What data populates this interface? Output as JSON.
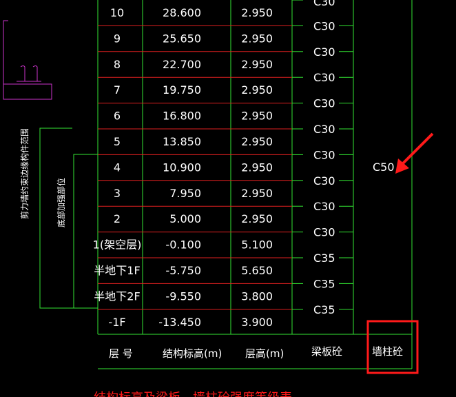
{
  "colors": {
    "background": "#000000",
    "text": "#ffffff",
    "grid_green": "#33e633",
    "row_red": "#e02020",
    "magenta": "#cc33cc",
    "highlight_red": "#ff1a1a"
  },
  "rows": [
    {
      "floor": "10",
      "elevation": "28.600",
      "height": "2.950",
      "beam_slab": "C30"
    },
    {
      "floor": "9",
      "elevation": "25.650",
      "height": "2.950",
      "beam_slab": "C30"
    },
    {
      "floor": "8",
      "elevation": "22.700",
      "height": "2.950",
      "beam_slab": "C30"
    },
    {
      "floor": "7",
      "elevation": "19.750",
      "height": "2.950",
      "beam_slab": "C30"
    },
    {
      "floor": "6",
      "elevation": "16.800",
      "height": "2.950",
      "beam_slab": "C30"
    },
    {
      "floor": "5",
      "elevation": "13.850",
      "height": "2.950",
      "beam_slab": "C30"
    },
    {
      "floor": "4",
      "elevation": "10.900",
      "height": "2.950",
      "beam_slab": "C30"
    },
    {
      "floor": "3",
      "elevation": "7.950",
      "height": "2.950",
      "beam_slab": "C30"
    },
    {
      "floor": "2",
      "elevation": "5.000",
      "height": "2.950",
      "beam_slab": "C30"
    },
    {
      "floor": "1(架空层)",
      "elevation": "-0.100",
      "height": "5.100",
      "beam_slab": "C35"
    },
    {
      "floor": "半地下1F",
      "elevation": "-5.750",
      "height": "5.650",
      "beam_slab": "C35"
    },
    {
      "floor": "半地下2F",
      "elevation": "-9.550",
      "height": "3.800",
      "beam_slab": "C35"
    },
    {
      "floor": "-1F",
      "elevation": "-13.450",
      "height": "3.900",
      "beam_slab": ""
    }
  ],
  "top_partial_label": "C30",
  "wall_column_grade": "C50",
  "headers": {
    "floor_no": "层 号",
    "elevation": "结构标高(m)",
    "height": "层高(m)",
    "beam_slab": "梁板砼",
    "wall_column": "墙柱砼"
  },
  "side_labels": {
    "shear_wall": "剪力墙约束边缘构件范围",
    "base_strengthen": "底部加强部位"
  },
  "bottom_note": "结构标高及梁板、墙柱砼强度等级表"
}
